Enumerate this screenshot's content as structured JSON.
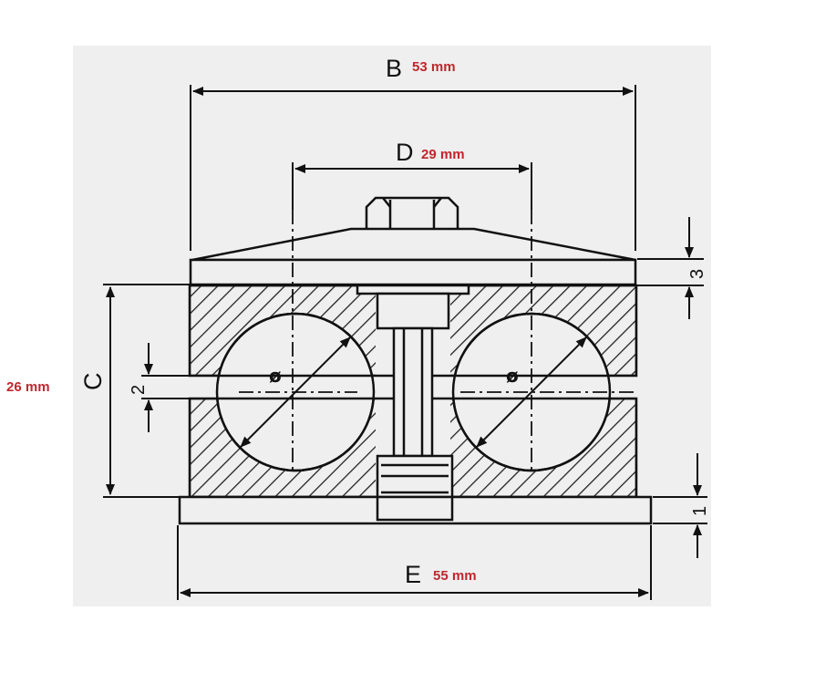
{
  "colors": {
    "line": "#111111",
    "annotation": "#c0272d",
    "paper": "#efefef",
    "hatch": "#222222"
  },
  "dimensions": {
    "B": {
      "letter": "B",
      "value": "53 mm"
    },
    "D": {
      "letter": "D",
      "value": "29 mm"
    },
    "C": {
      "letter": "C",
      "value": "26 mm"
    },
    "E": {
      "letter": "E",
      "value": "55 mm"
    },
    "gap": {
      "letter": "2"
    },
    "cover_plate": {
      "letter": "3"
    },
    "base_plate": {
      "letter": "1"
    }
  },
  "bore_symbol": "ø"
}
